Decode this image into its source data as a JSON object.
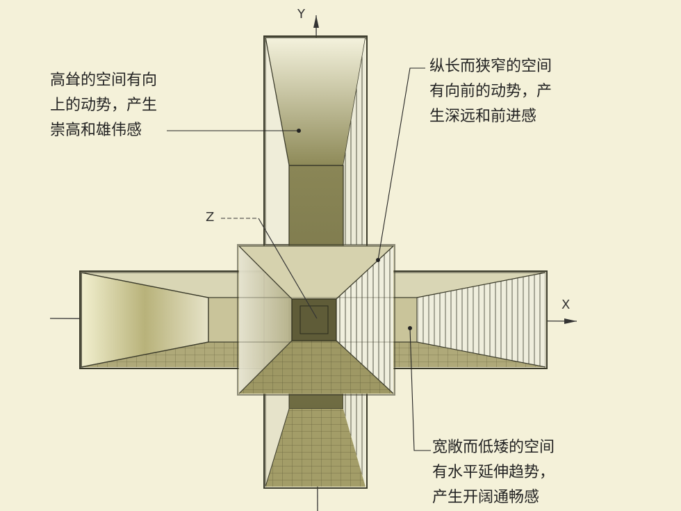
{
  "axes": {
    "x_label": "X",
    "y_label": "Y",
    "z_label": "Z"
  },
  "annotations": {
    "tall_space": {
      "lines": [
        "高耸的空间有向",
        "上的动势，产生",
        "崇高和雄伟感"
      ]
    },
    "long_narrow_space": {
      "lines": [
        "纵长而狭窄的空间",
        "有向前的动势，产",
        "生深远和前进感"
      ]
    },
    "wide_low_space": {
      "lines": [
        "宽敞而低矮的空间",
        "有水平延伸趋势，",
        "产生开阔通畅感"
      ]
    }
  },
  "colors": {
    "background": "#f4f1d9",
    "olive_dark": "#7d7a4e",
    "olive_mid": "#a8a374",
    "olive_light": "#d6d3ad",
    "outline": "#3a3a2a"
  }
}
